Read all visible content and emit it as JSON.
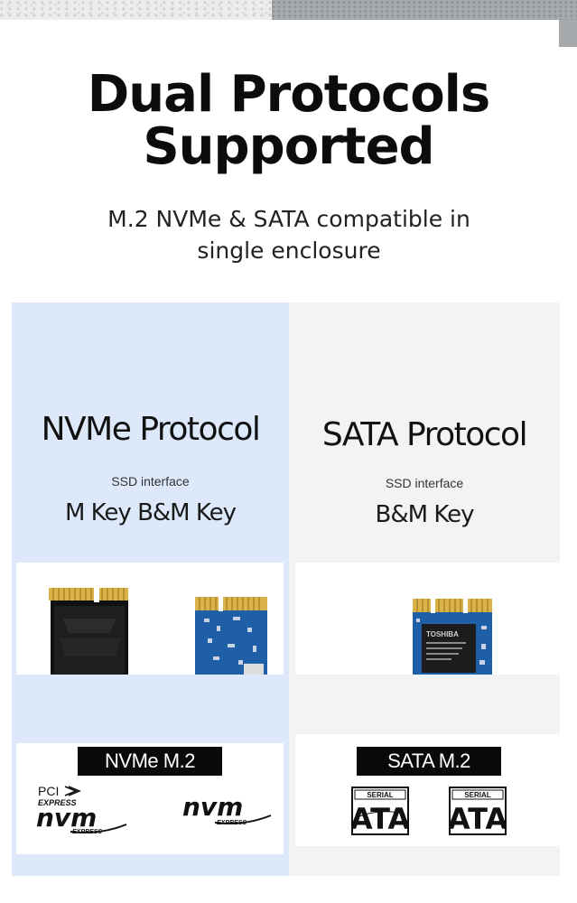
{
  "header": {
    "title_line1": "Dual Protocols",
    "title_line2": "Supported",
    "subtitle_line1": "M.2 NVMe & SATA compatible in",
    "subtitle_line2": "single enclosure"
  },
  "nvme": {
    "title": "NVMe Protocol",
    "interface_label": "SSD interface",
    "keys": "M Key B&M Key",
    "tag": "NVMe M.2",
    "logos": [
      "pci-express-nvm-logo",
      "nvm-express-logo"
    ]
  },
  "sata": {
    "title": "SATA Protocol",
    "interface_label": "SSD interface",
    "keys": "B&M  Key",
    "tag": "SATA M.2",
    "chip_brand": "TOSHIBA",
    "logos": [
      "serial-ata-logo",
      "serial-ata-logo"
    ],
    "logo_small_text": "SERIAL",
    "logo_big_text": "ATA"
  },
  "logo_text": {
    "pci": "PCI",
    "express": "EXPRESS",
    "nvm": "nvm"
  },
  "colors": {
    "nvme_panel": "#dde9fb",
    "sata_panel": "#f2f3f4",
    "tag_bg": "#0a0a0a",
    "pcb_blue": "#1f5fa8",
    "gold": "#d9b24a"
  }
}
